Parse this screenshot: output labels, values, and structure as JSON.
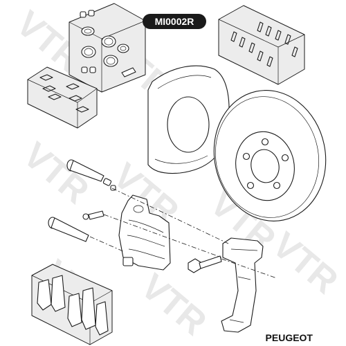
{
  "diagram": {
    "part_code": "MI0002R",
    "make": "PEUGEOT",
    "watermark": "VTR"
  },
  "colors": {
    "ink": "#1a1a1a",
    "box_fill": "#ececec",
    "tag_fill": "#1a1a1a",
    "watermark": "#d6d6d6"
  }
}
